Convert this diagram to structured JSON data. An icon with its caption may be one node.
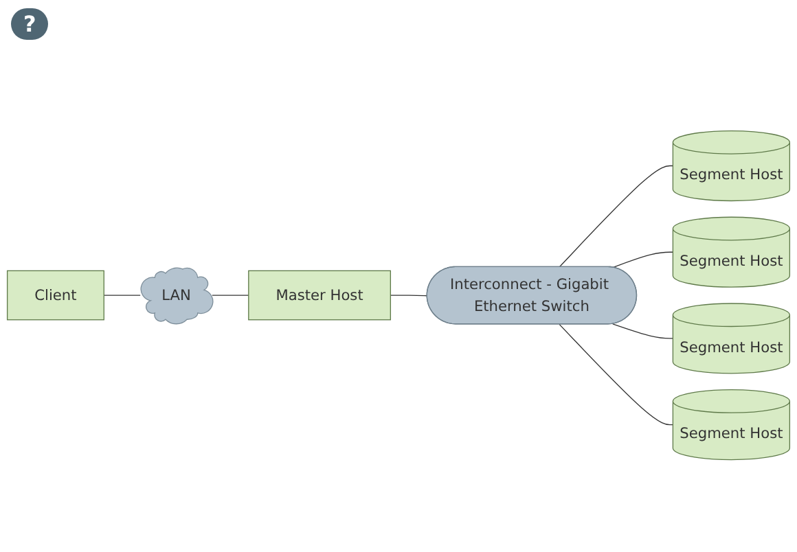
{
  "diagram": {
    "nodes": [
      {
        "text": [
          "Client"
        ]
      },
      {
        "text": [
          "LAN"
        ]
      },
      {
        "text": [
          "Master Host"
        ]
      },
      {
        "text": [
          "Interconnect - Gigabit Ethernet Switch"
        ]
      },
      {
        "text": [
          "Segment Host"
        ]
      },
      {
        "text": [
          "Segment Host"
        ]
      },
      {
        "text": [
          "Segment Host"
        ]
      },
      {
        "text": [
          "Segment Host"
        ]
      }
    ],
    "edges": [
      {
        "from": 0,
        "to": 1,
        "arrow": "none"
      },
      {
        "from": 1,
        "to": 2,
        "arrow": "none"
      },
      {
        "from": 2,
        "to": 3,
        "arrow": "none"
      },
      {
        "from": 3,
        "to": 4,
        "arrow": "none"
      },
      {
        "from": 3,
        "to": 5,
        "arrow": "none"
      },
      {
        "from": 3,
        "to": 6,
        "arrow": "none"
      },
      {
        "from": 3,
        "to": 7,
        "arrow": "none"
      }
    ],
    "labels": [
      "?"
    ]
  }
}
